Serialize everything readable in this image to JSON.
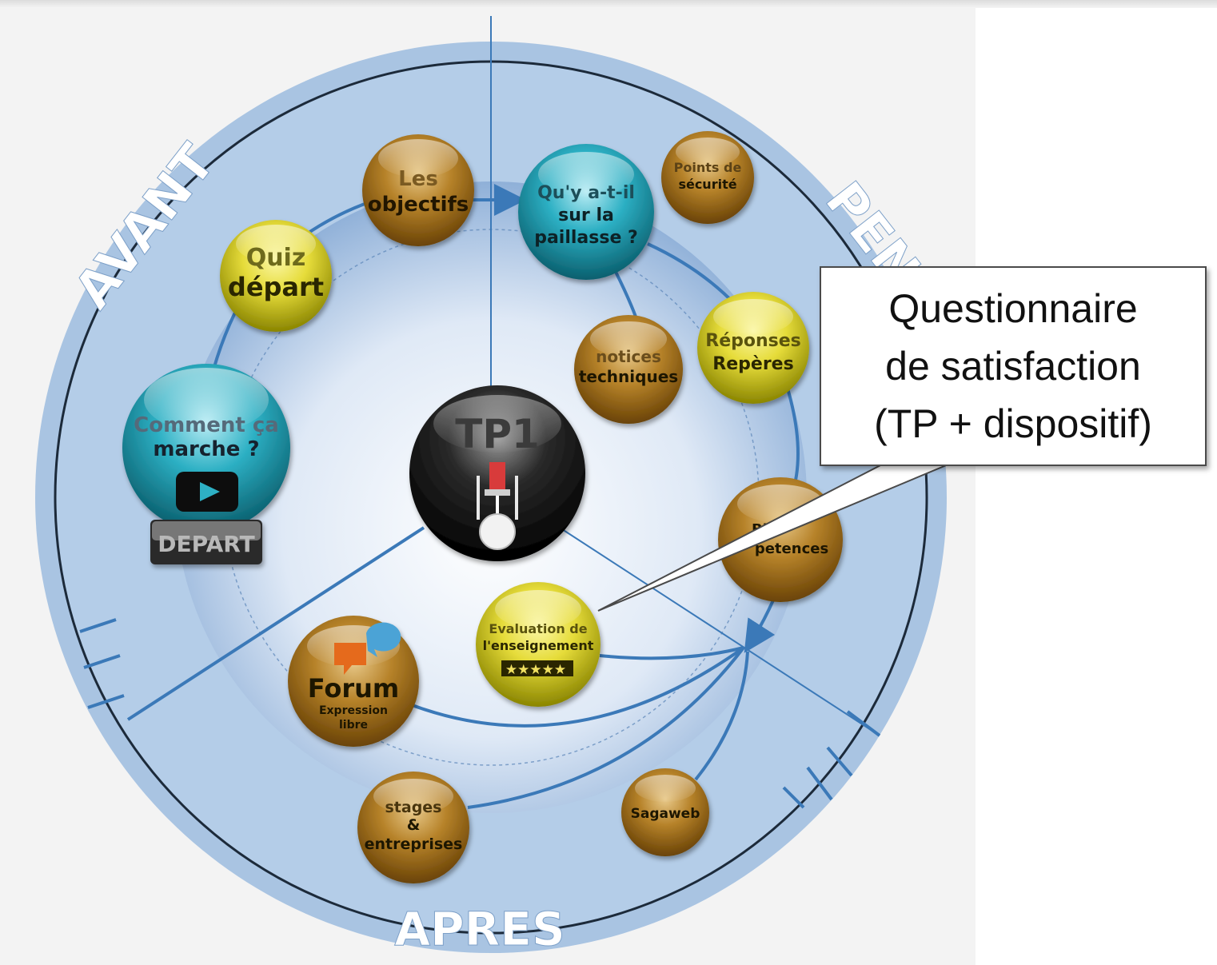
{
  "phases": {
    "avant": "AVANT",
    "pendant": "PEN",
    "apres": "APRES"
  },
  "center": {
    "label": "TP1",
    "icon": "engine-piston-icon"
  },
  "nodes": {
    "comment": {
      "line1": "Comment ça",
      "line2": "marche ?",
      "icon": "play-icon"
    },
    "depart_button": "DEPART",
    "quiz": {
      "line1": "Quiz",
      "line2": "départ"
    },
    "objectifs": {
      "line1": "Les",
      "line2": "objectifs"
    },
    "paillasse": {
      "line1": "Qu'y a-t-il",
      "line2": "sur la",
      "line3": "paillasse ?"
    },
    "securite": {
      "line1": "Points de",
      "line2": "sécurité"
    },
    "notices": {
      "line1": "notices",
      "line2": "techniques"
    },
    "reponses": {
      "line1": "Réponses",
      "line2": "Repères"
    },
    "bilan": {
      "line1": "Bi",
      "line2": "petences"
    },
    "evaluation": {
      "line1": "Evaluation de",
      "line2": "l'enseignement",
      "rating": "★★★★★"
    },
    "forum": {
      "line1": "Forum",
      "line2": "Expression",
      "line3": "libre",
      "icon": "chat-bubble-icon"
    },
    "stages": {
      "line1": "stages",
      "line2": "&",
      "line3": "entreprises"
    },
    "sagaweb": {
      "line1": "Sagaweb"
    }
  },
  "callout": {
    "text": "Questionnaire\nde satisfaction\n(TP + dispositif)"
  },
  "colors": {
    "yellow": "#d8d020",
    "gold": "#b07a1a",
    "teal": "#1a9fb3",
    "outer_ring": "#a6c2e0",
    "line": "#3b79b8"
  }
}
